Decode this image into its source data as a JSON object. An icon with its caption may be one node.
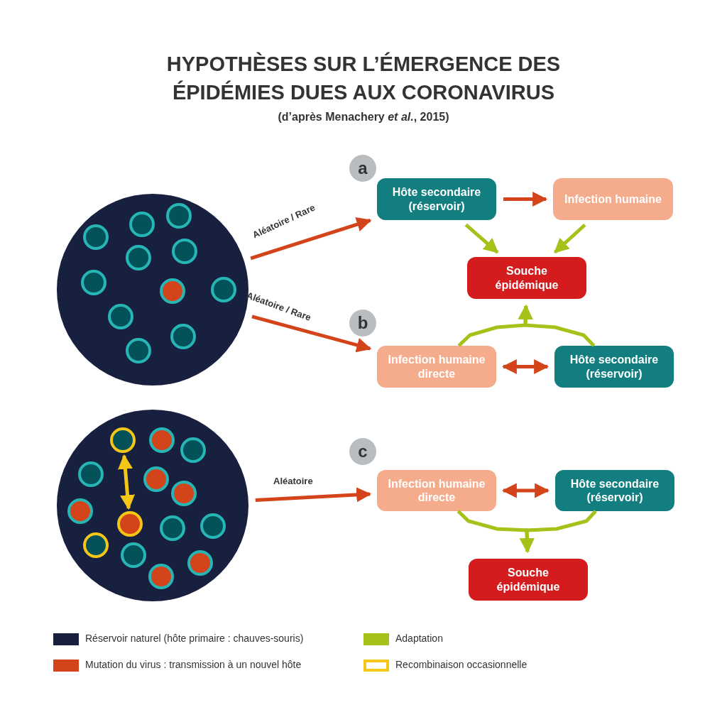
{
  "diagram": {
    "title": "HYPOTHÈSES SUR L’ÉMERGENCE DES ÉPIDÉMIES DUES AUX CORONAVIRUS",
    "caption": "(d’après Menachery *et al.*, 2015)",
    "nodes": [
      {
        "text": [],
        "shape": "circle"
      },
      {
        "text": [
          "a"
        ]
      },
      {
        "text": [
          "Hôte secondaire (réservoir)"
        ]
      },
      {
        "text": [
          "Infection humaine"
        ]
      },
      {
        "text": [
          "Souche épidémique"
        ]
      },
      {
        "text": [
          "b"
        ]
      },
      {
        "text": [
          "Infection humaine directe"
        ]
      },
      {
        "text": [
          "Hôte secondaire (réservoir)"
        ]
      },
      {
        "text": [],
        "shape": "circle"
      },
      {
        "text": [],
        "shape": "circle",
        "in": 8
      },
      {
        "text": [],
        "shape": "circle",
        "in": 8
      },
      {
        "text": [
          "c"
        ]
      },
      {
        "text": [
          "Infection humaine directe"
        ]
      },
      {
        "text": [
          "Hôte secondaire (réservoir)"
        ]
      },
      {
        "text": [
          "Souche épidémique"
        ]
      }
    ],
    "edges": [
      {
        "from": 0,
        "to": 2,
        "arrow": "to",
        "label": "Aléatoire / Rare"
      },
      {
        "from": 2,
        "to": 3,
        "arrow": "to"
      },
      {
        "from": 2,
        "to": 4,
        "arrow": "to",
        "color": "#a5c21a"
      },
      {
        "from": 3,
        "to": 4,
        "arrow": "to",
        "color": "#a5c21a"
      },
      {
        "from": 0,
        "to": 6,
        "arrow": "to",
        "label": "Aléatoire / Rare"
      },
      {
        "from": 6,
        "to": 7,
        "arrow": "both"
      },
      {
        "from": 6,
        "to": 4,
        "arrow": "to",
        "color": "#a5c21a"
      },
      {
        "from": 7,
        "to": 4,
        "arrow": "to",
        "color": "#a5c21a"
      },
      {
        "from": 8,
        "to": 12,
        "arrow": "to",
        "label": "Aléatoire"
      },
      {
        "from": 12,
        "to": 13,
        "arrow": "both"
      },
      {
        "from": 12,
        "to": 14,
        "arrow": "to",
        "color": "#a5c21a"
      },
      {
        "from": 13,
        "to": 14,
        "arrow": "to",
        "color": "#a5c21a"
      },
      {
        "from": 9,
        "to": 10,
        "arrow": "both",
        "color": "#f5c518"
      }
    ],
    "legend": [
      {
        "text": "Réservoir naturel (hôte primaire : chauves-souris)",
        "color": "#17213f"
      },
      {
        "text": "Mutation du virus : transmission à un nouvel hôte",
        "color": "#d4441a"
      },
      {
        "text": "Adaptation",
        "color": "#a5c21a"
      },
      {
        "text": "Recombinaison occasionnelle"
      }
    ]
  }
}
